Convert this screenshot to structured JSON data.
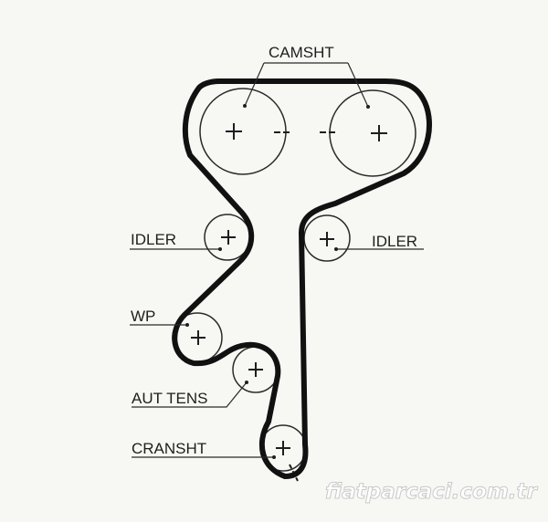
{
  "labels": {
    "camshaft": "CAMSHT",
    "idler_left": "IDLER",
    "idler_right": "IDLER",
    "water_pump": "WP",
    "auto_tensioner": "AUT TENS",
    "crankshaft": "CRANSHT"
  },
  "watermark": "fiatparcaci.com.tr",
  "colors": {
    "belt": "#111111",
    "pulley": "#2a2a2a",
    "text": "#1e1e1e",
    "background": "#f7f8f3"
  }
}
